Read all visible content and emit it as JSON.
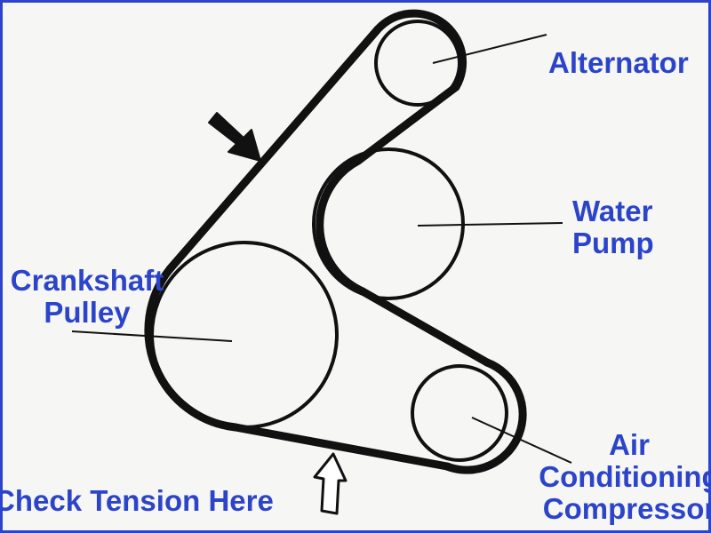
{
  "colors": {
    "label": "#2b44c9",
    "ink": "#111111",
    "border": "#2b44c9",
    "background": "#f6f6f4"
  },
  "labels": {
    "alternator": "Alternator",
    "water_pump_line1": "Water",
    "water_pump_line2": "Pump",
    "crankshaft_line1": "Crankshaft",
    "crankshaft_line2": "Pulley",
    "ac_line1": "Air",
    "ac_line2": "Conditioning",
    "ac_line3": "Compressor",
    "check_tension": "Check Tension Here"
  },
  "icons": {
    "solid_arrow": "solid-arrow-icon",
    "outline_arrow": "outline-arrow-icon"
  }
}
